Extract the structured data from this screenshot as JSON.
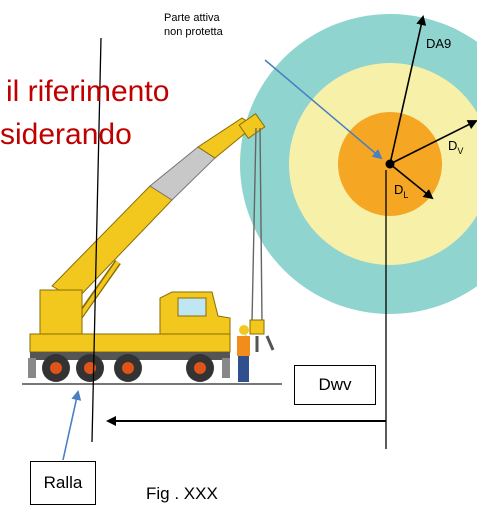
{
  "overlay_text": {
    "line1": "il riferimento",
    "line2": "siderando"
  },
  "active_part_label": {
    "line1": "Parte attiva",
    "line2": "non protetta"
  },
  "radii_labels": {
    "da9": "DA9",
    "dv_base": "D",
    "dv_sub": "V",
    "dl_base": "D",
    "dl_sub": "L"
  },
  "dwv_label": "Dwv",
  "ralla_label": "Ralla",
  "figure_caption": "Fig . XXX",
  "colors": {
    "outer_zone": "#8fd4cf",
    "middle_zone": "#f7f0a8",
    "inner_zone": "#f5a623",
    "overlay_text": "#c00000",
    "arrow_blue": "#4a7fc1",
    "crane_yellow": "#f2c81f"
  }
}
